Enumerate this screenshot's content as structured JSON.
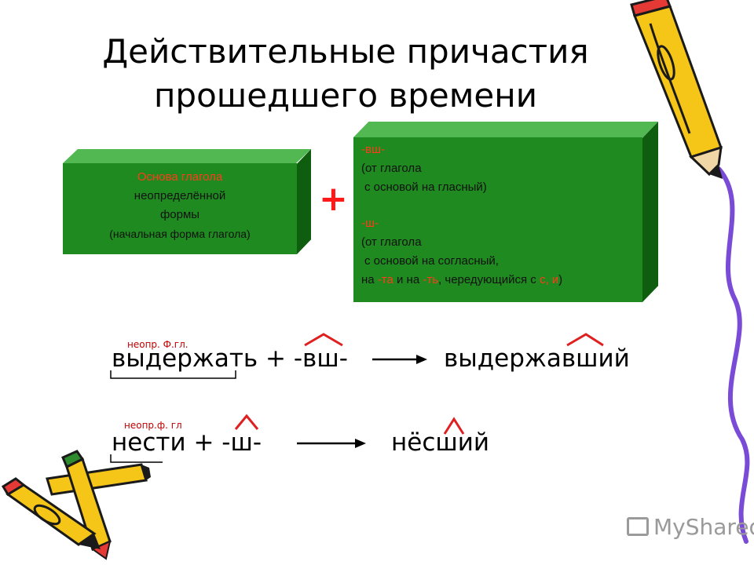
{
  "title": {
    "line1": "Действительные причастия",
    "line2": "прошедшего времени"
  },
  "left_box": {
    "line1": "Основа глагола",
    "line2": "неопределённой",
    "line3": "формы",
    "line4": "(начальная форма глагола)"
  },
  "plus": "+",
  "right_box": {
    "suffix1": "-вш-",
    "s1_line1": "(от глагола",
    "s1_line2": "с основой на гласный)",
    "suffix2": "-ш-",
    "s2_line1": "(от глагола",
    "s2_line2": "с основой на согласный,",
    "s2_line3_a": "на ",
    "s2_line3_b": "-та",
    "s2_line3_c": " и на ",
    "s2_line3_d": "-ть",
    "s2_line3_e": ", чередующийся с ",
    "s2_line3_f": "с, и",
    "s2_line3_g": ")"
  },
  "example1": {
    "label": "неопр. Ф.гл.",
    "stem": "выдержать",
    "suffix": " + -вш-",
    "result": "выдержавший"
  },
  "example2": {
    "label": "неопр.ф. гл",
    "stem": "нести",
    "suffix": " + -ш-",
    "result": "нёсший"
  },
  "watermark": "MyShared",
  "colors": {
    "box_green": "#1f8a1f",
    "box_top": "#52b852",
    "box_side": "#0f5e0f",
    "accent_red": "#ff1a1a",
    "pencil_yellow": "#f5c518",
    "pencil_outline": "#1a1a1a",
    "purple_line": "#7a4bd6"
  }
}
